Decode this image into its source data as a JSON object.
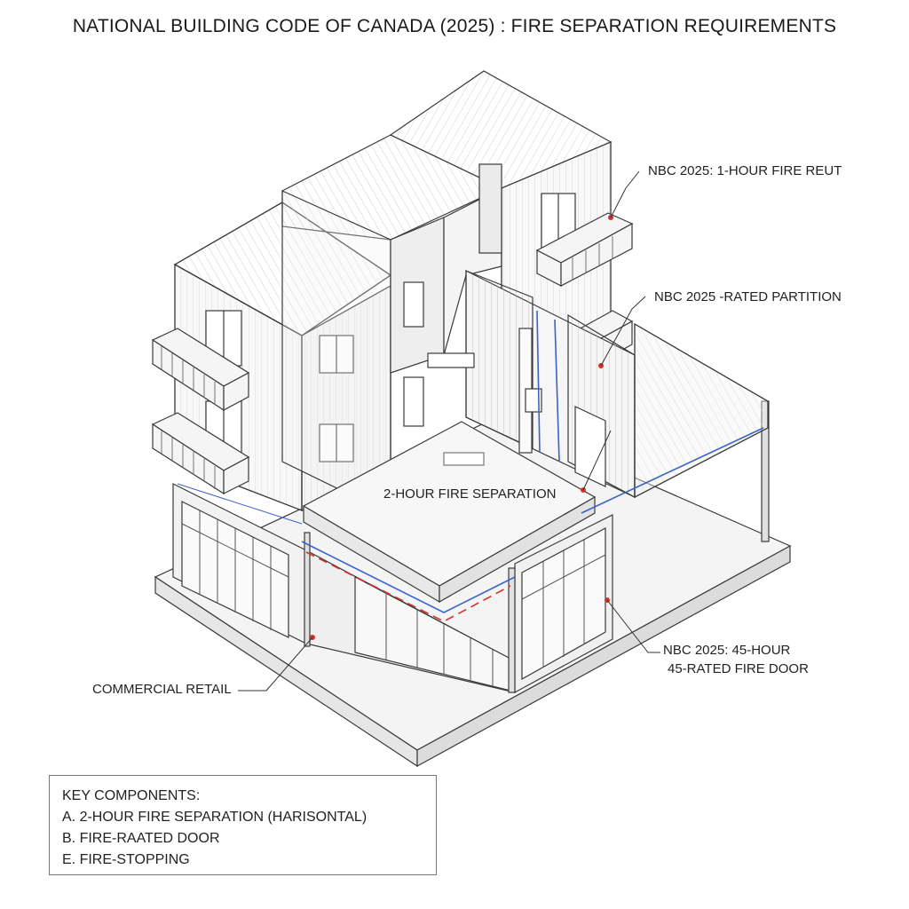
{
  "title": "NATIONAL BUILDING CODE OF CANADA (2025) : FIRE SEPARATION REQUIREMENTS",
  "callouts": {
    "fire_rating_top": "NBC 2025: 1-HOUR FIRE REUT",
    "rated_partition": "NBC 2025 -RATED PARTITION",
    "floor_separation": "2-HOUR FIRE SEPARATION",
    "commercial_retail": "COMMERCIAL RETAIL",
    "fire_door_line1": "NBC 2025: 45-HOUR",
    "fire_door_line2": "45-RATED FIRE DOOR"
  },
  "legend": {
    "heading": "KEY COMPONENTS:",
    "items": [
      "A.  2-HOUR FIRE SEPARATION (HARISONTAL)",
      "B.  FIRE-RAATED DOOR",
      "E.  FIRE-STOPPING"
    ]
  },
  "colors": {
    "line": "#3a3a3a",
    "light_line": "#9a9a9a",
    "fire_stop_blue": "#3a63c8",
    "fire_stop_red": "#d0342c"
  }
}
